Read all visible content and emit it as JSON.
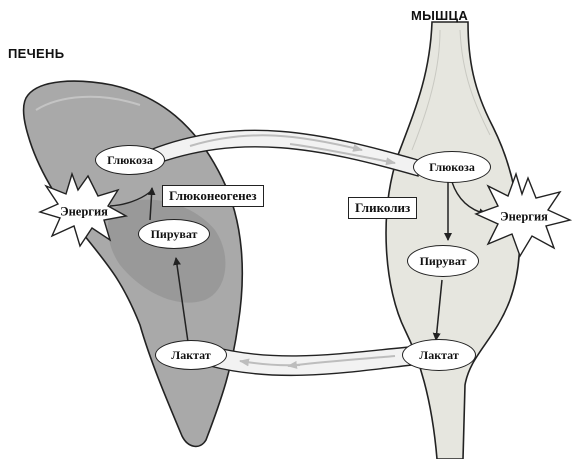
{
  "organs": {
    "liver": "ПЕЧЕНЬ",
    "muscle": "МЫШЦА"
  },
  "liver_nodes": {
    "glucose": "Глюкоза",
    "pyruvate": "Пируват",
    "lactate": "Лактат",
    "energy": "Энергия"
  },
  "muscle_nodes": {
    "glucose": "Глюкоза",
    "pyruvate": "Пируват",
    "lactate": "Лактат",
    "energy": "Энергия"
  },
  "processes": {
    "gluconeogenesis": "Глюконеогенез",
    "glycolysis": "Гликолиз"
  },
  "colors": {
    "liver_fill": "#a9a9a9",
    "liver_shadow": "#8f8f8f",
    "muscle_fill": "#e6e6df",
    "vessel_fill": "#f2f2f2",
    "outline": "#222222"
  }
}
